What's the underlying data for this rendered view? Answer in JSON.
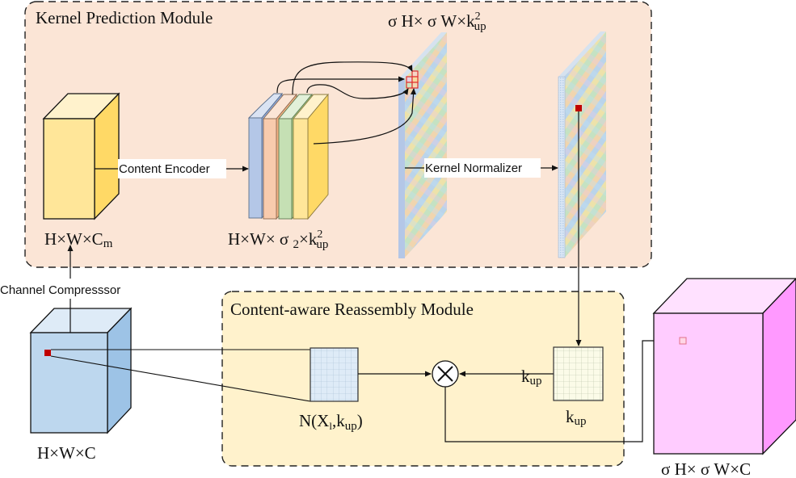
{
  "diagram": {
    "modules": {
      "kernel_prediction": {
        "title": "Kernel Prediction Module",
        "fill": "#fbe5d6"
      },
      "content_reassembly": {
        "title": "Content-aware Reassembly Module",
        "fill": "#fff2cc"
      }
    },
    "operations": {
      "content_encoder": "Content Encoder",
      "kernel_normalizer": "Kernel Normalizer",
      "channel_compressor": "Channel Compresssor"
    },
    "tensors": {
      "input": {
        "label_parts": [
          "H×W×C"
        ],
        "front": "#bdd7ee",
        "top": "#deebf7",
        "side": "#9dc3e6"
      },
      "compressed": {
        "label_main": "H×W×C",
        "label_sub": "m",
        "front": "#ffe699",
        "top": "#fff2cc",
        "side": "#ffd966"
      },
      "encoded": {
        "label_main": "H×W× σ ",
        "label_sub1": "2",
        "label_mid": "×k",
        "label_sup": "2",
        "label_sub2": "up",
        "slice_colors": [
          "#b4c7e7",
          "#f8cbad",
          "#c5e0b4",
          "#ffe699",
          "#ffd966"
        ]
      },
      "kernels": {
        "label_main": "σ H× σ W×k",
        "label_sup": "2",
        "label_sub": "up"
      },
      "output": {
        "label": "σ H× σ W×C",
        "front": "#ffccff",
        "top": "#ffe1ff",
        "side": "#ff99ff"
      }
    },
    "reassembly": {
      "neighborhood_label_main": "N(X",
      "neighborhood_label_sub1": "l",
      "neighborhood_label_mid": ",k",
      "neighborhood_label_sub2": "up",
      "neighborhood_label_end": ")",
      "kernel_label_main": "k",
      "kernel_label_sub": "up",
      "arrow_label_main": "k",
      "arrow_label_sub": "up",
      "operator_symbol": "×"
    },
    "accent_colors": {
      "highlight": "#c00000",
      "output_pixel": "#f4a0b0"
    }
  }
}
